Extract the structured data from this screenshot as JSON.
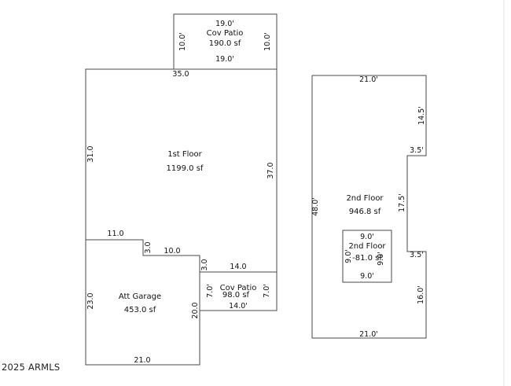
{
  "watermark": "2025 ARMLS",
  "covered_patio_top": {
    "label": "Cov Patio",
    "area": "190.0 sf",
    "top_dim": "19.0'",
    "bottom_dim": "19.0'",
    "left_dim": "10.0'",
    "right_dim": "10.0'"
  },
  "first_floor": {
    "label": "1st Floor",
    "area": "1199.0 sf",
    "top_dim": "35.0",
    "left_dim": "31.0",
    "right_dim": "37.0"
  },
  "garage": {
    "label": "Att Garage",
    "area": "453.0 sf",
    "top_dim": "11.0",
    "notch_vertical_dim": "3.0",
    "notch_horizontal_dim": "10.0",
    "right_step_dim": "3.0",
    "right_dim": "20.0",
    "left_dim": "23.0",
    "bottom_dim": "21.0"
  },
  "covered_patio_bottom": {
    "label": "Cov Patio",
    "area": "98.0 sf",
    "top_dim": "14.0",
    "bottom_dim": "14.0'",
    "left_dim": "7.0'",
    "right_dim": "7.0'"
  },
  "second_floor": {
    "label": "2nd Floor",
    "area": "946.8 sf",
    "top_dim": "21.0'",
    "bottom_dim": "21.0'",
    "left_dim": "48.0'",
    "right_upper_dim": "14.5'",
    "notch_top_dim": "3.5'",
    "notch_side_dim": "17.5'",
    "notch_bottom_dim": "3.5'",
    "right_lower_dim": "16.0'"
  },
  "second_floor_cutout": {
    "label": "2nd Floor",
    "area": "-81.0 sf",
    "top_dim": "9.0'",
    "bottom_dim": "9.0'",
    "left_dim": "9.0'",
    "right_dim": "9.0'"
  }
}
